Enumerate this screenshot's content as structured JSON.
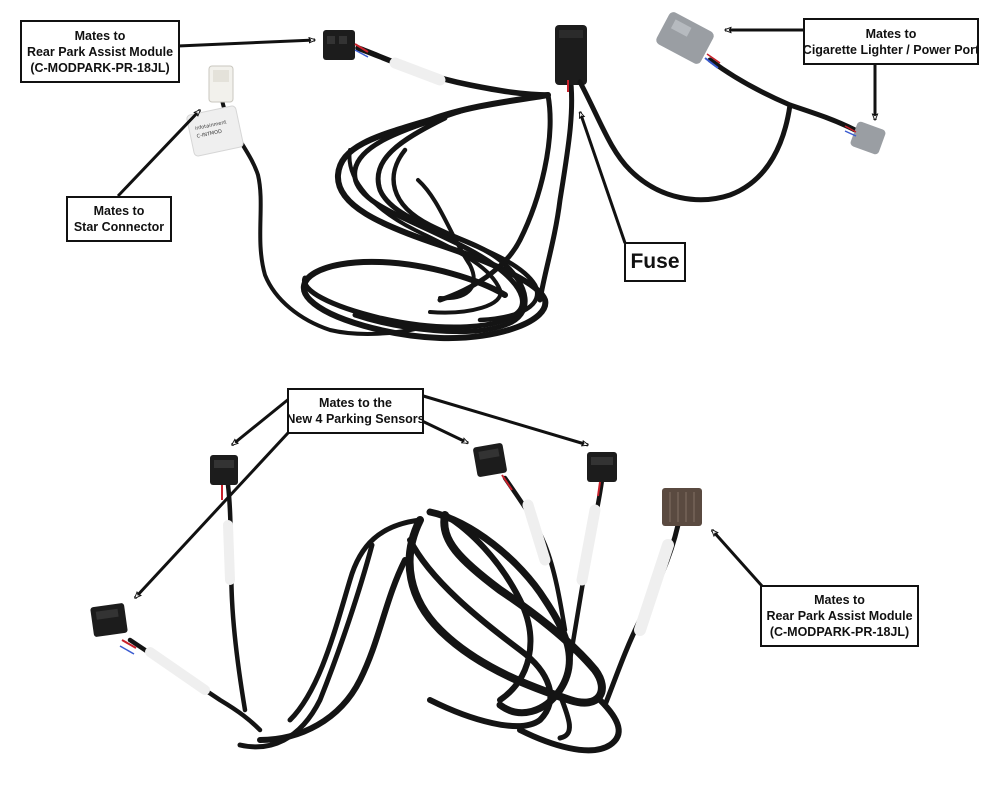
{
  "callouts": {
    "rpam_top": {
      "line1": "Mates to",
      "line2": "Rear Park Assist Module",
      "line3": "(C-MODPARK-PR-18JL)"
    },
    "star": {
      "line1": "Mates to",
      "line2": "Star Connector"
    },
    "fuse": {
      "label": "Fuse"
    },
    "cig": {
      "line1": "Mates to",
      "line2": "Cigarette Lighter / Power Port"
    },
    "sensors": {
      "line1": "Mates to the",
      "line2": "New 4 Parking Sensors"
    },
    "rpam_bottom": {
      "line1": "Mates to",
      "line2": "Rear Park Assist Module",
      "line3": "(C-MODPARK-PR-18JL)"
    }
  },
  "colors": {
    "cable": "#141414",
    "sleeve": "#efefef",
    "connector_black": "#1c1c1c",
    "connector_gray": "#9a9ea3",
    "connector_white": "#f2f1ec",
    "connector_brown": "#5a4a40",
    "wire_red": "#c8202a",
    "wire_blue": "#3a5bd0",
    "arrow": "#111111"
  }
}
